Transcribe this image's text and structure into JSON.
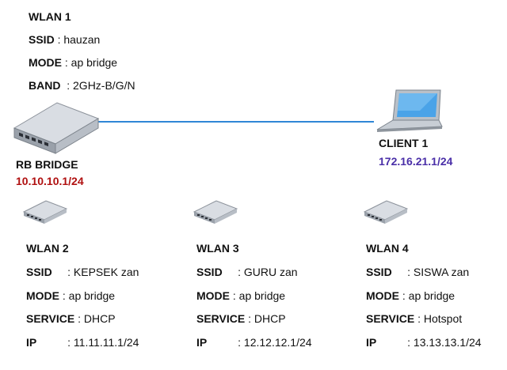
{
  "wlan1": {
    "title": "WLAN 1",
    "ssid_key": "SSID",
    "ssid_val": " : hauzan",
    "mode_key": "MODE",
    "mode_val": " : ap bridge",
    "band_key": "BAND",
    "band_val": "  : 2GHz-B/G/N"
  },
  "rb_bridge": {
    "label": "RB BRIDGE",
    "ip": "10.10.10.1/24"
  },
  "client1": {
    "label": "CLIENT 1",
    "ip": "172.16.21.1/24"
  },
  "wlan2": {
    "title": "WLAN 2",
    "ssid_key": "SSID",
    "ssid_val": "     : KEPSEK zan",
    "mode_key": "MODE",
    "mode_val": " : ap bridge",
    "svc_key": "SERVICE",
    "svc_val": " : DHCP",
    "ip_key": "IP",
    "ip_val": "          : 11.11.11.1/24"
  },
  "wlan3": {
    "title": "WLAN 3",
    "ssid_key": "SSID",
    "ssid_val": "     : GURU zan",
    "mode_key": "MODE",
    "mode_val": " : ap bridge",
    "svc_key": "SERVICE",
    "svc_val": " : DHCP",
    "ip_key": "IP",
    "ip_val": "          : 12.12.12.1/24"
  },
  "wlan4": {
    "title": "WLAN 4",
    "ssid_key": "SSID",
    "ssid_val": "     : SISWA zan",
    "mode_key": "MODE",
    "mode_val": " : ap bridge",
    "svc_key": "SERVICE",
    "svc_val": " : Hotspot",
    "ip_key": "IP",
    "ip_val": "          : 13.13.13.1/24"
  },
  "colors": {
    "link": "#2f86d6",
    "rb_ip": "#b01010",
    "client_ip": "#4a2fa8"
  },
  "icons": {
    "router": "router-icon",
    "laptop": "laptop-icon",
    "switch": "switch-icon"
  }
}
